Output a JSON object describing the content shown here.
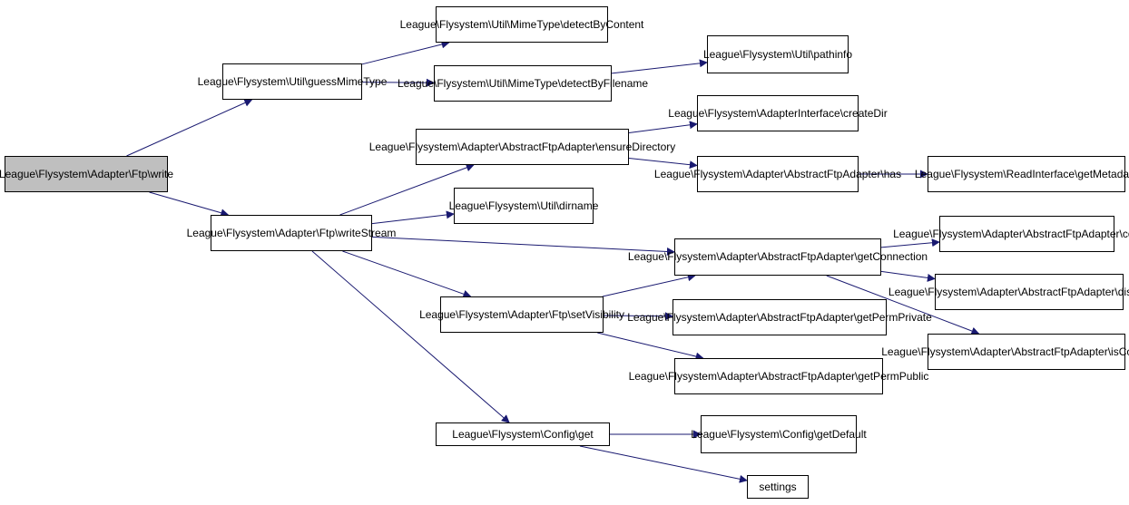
{
  "nodes": {
    "ftp_write": [
      "League\\Flysystem\\Adapter",
      "\\Ftp\\write"
    ],
    "util_guessMimeType": [
      "League\\Flysystem\\Util",
      "\\guessMimeType"
    ],
    "mimetype_detectByContent": [
      "League\\Flysystem\\Util",
      "\\MimeType\\detectByContent"
    ],
    "mimetype_detectByFilename": [
      "League\\Flysystem\\Util",
      "\\MimeType\\detectByFilename"
    ],
    "util_pathinfo": [
      "League\\Flysystem\\Util",
      "\\pathinfo"
    ],
    "aftp_ensureDirectory": [
      "League\\Flysystem\\Adapter",
      "\\AbstractFtpAdapter\\ensureDirectory"
    ],
    "adapterinterface_createDir": [
      "League\\Flysystem\\Adapter",
      "Interface\\createDir"
    ],
    "aftp_has": [
      "League\\Flysystem\\Adapter",
      "\\AbstractFtpAdapter\\has"
    ],
    "readinterface_getMetadata": [
      "League\\Flysystem\\ReadInterface",
      "\\getMetadata"
    ],
    "ftp_writeStream": [
      "League\\Flysystem\\Adapter",
      "\\Ftp\\writeStream"
    ],
    "util_dirname": [
      "League\\Flysystem\\Util",
      "\\dirname"
    ],
    "aftp_getConnection": [
      "League\\Flysystem\\Adapter",
      "\\AbstractFtpAdapter\\getConnection"
    ],
    "aftp_connect": [
      "League\\Flysystem\\Adapter",
      "\\AbstractFtpAdapter\\connect"
    ],
    "aftp_disconnect": [
      "League\\Flysystem\\Adapter",
      "\\AbstractFtpAdapter\\disconnect"
    ],
    "aftp_isConnected": [
      "League\\Flysystem\\Adapter",
      "\\AbstractFtpAdapter\\isConnected"
    ],
    "ftp_setVisibility": [
      "League\\Flysystem\\Adapter",
      "\\Ftp\\setVisibility"
    ],
    "aftp_getPermPrivate": [
      "League\\Flysystem\\Adapter",
      "\\AbstractFtpAdapter\\getPermPrivate"
    ],
    "aftp_getPermPublic": [
      "League\\Flysystem\\Adapter",
      "\\AbstractFtpAdapter\\getPermPublic"
    ],
    "config_get": [
      "League\\Flysystem\\Config\\get"
    ],
    "config_getDefault": [
      "League\\Flysystem\\Config",
      "\\getDefault"
    ],
    "settings": [
      "settings"
    ]
  },
  "edges": [
    [
      "ftp_write",
      "util_guessMimeType"
    ],
    [
      "ftp_write",
      "ftp_writeStream"
    ],
    [
      "util_guessMimeType",
      "mimetype_detectByContent"
    ],
    [
      "util_guessMimeType",
      "mimetype_detectByFilename"
    ],
    [
      "mimetype_detectByFilename",
      "util_pathinfo"
    ],
    [
      "ftp_writeStream",
      "aftp_ensureDirectory"
    ],
    [
      "ftp_writeStream",
      "util_dirname"
    ],
    [
      "ftp_writeStream",
      "aftp_getConnection"
    ],
    [
      "ftp_writeStream",
      "ftp_setVisibility"
    ],
    [
      "ftp_writeStream",
      "config_get"
    ],
    [
      "aftp_ensureDirectory",
      "adapterinterface_createDir"
    ],
    [
      "aftp_ensureDirectory",
      "aftp_has"
    ],
    [
      "aftp_has",
      "readinterface_getMetadata"
    ],
    [
      "aftp_getConnection",
      "aftp_connect"
    ],
    [
      "aftp_getConnection",
      "aftp_disconnect"
    ],
    [
      "aftp_getConnection",
      "aftp_isConnected"
    ],
    [
      "ftp_setVisibility",
      "aftp_getConnection"
    ],
    [
      "ftp_setVisibility",
      "aftp_getPermPrivate"
    ],
    [
      "ftp_setVisibility",
      "aftp_getPermPublic"
    ],
    [
      "config_get",
      "config_getDefault"
    ],
    [
      "config_get",
      "settings"
    ]
  ],
  "colors": {
    "edge": "#191970",
    "root_fill": "#bfbfbf",
    "node_fill": "#ffffff",
    "border": "#000000"
  }
}
